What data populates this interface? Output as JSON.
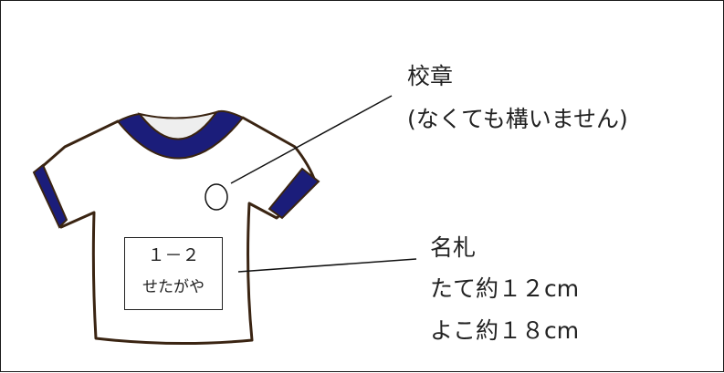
{
  "colors": {
    "outline": "#3a2412",
    "trim": "#1b1d7a",
    "inner_collar": "#eeeeee",
    "line": "#111111"
  },
  "badge_callout": {
    "line1": "校章",
    "line2": "(なくても構いません)"
  },
  "nametag_callout": {
    "line1": "名札",
    "line2": "たて約１２cm",
    "line3": "よこ約１８cm"
  },
  "name_tag": {
    "class": "１－２",
    "name": "せたがや"
  }
}
